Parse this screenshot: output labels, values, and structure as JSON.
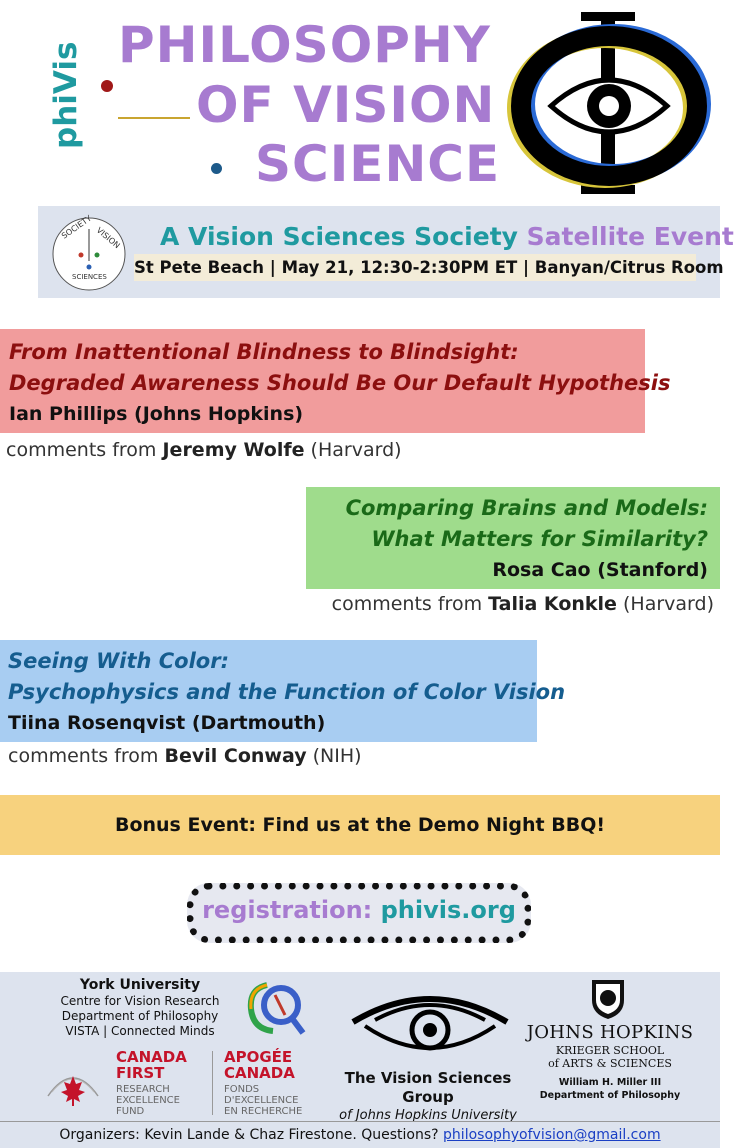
{
  "header": {
    "side_logo": "phiVis",
    "title_lines": [
      "PHILOSOPHY",
      "OF VISION",
      "SCIENCE"
    ],
    "logo_icon": "phi-eye-icon"
  },
  "vss_banner": {
    "line1_part1": "A Vision Sciences Society",
    "line1_part2": "Satellite Event",
    "line2": "St Pete Beach | May 21, 12:30-2:30PM ET | Banyan/Citrus Room",
    "seal_text": "SOCIETY VISION SCIENCES"
  },
  "talks": [
    {
      "title_line1": "From Inattentional Blindness to Blindsight:",
      "title_line2": "Degraded Awareness Should Be Our Default Hypothesis",
      "speaker": "Ian Phillips (Johns Hopkins)",
      "comments_prefix": "comments from",
      "commenter": "Jeremy Wolfe",
      "commenter_affil": "(Harvard)",
      "color": "#f19c9c"
    },
    {
      "title_line1": "Comparing Brains and Models:",
      "title_line2": "What Matters for Similarity?",
      "speaker": "Rosa Cao (Stanford)",
      "comments_prefix": "comments from",
      "commenter": "Talia Konkle",
      "commenter_affil": "(Harvard)",
      "color": "#9fdc8c"
    },
    {
      "title_line1": "Seeing With Color:",
      "title_line2": "Psychophysics and the Function of Color Vision",
      "speaker": "Tiina Rosenqvist (Dartmouth)",
      "comments_prefix": "comments from",
      "commenter": "Bevil Conway",
      "commenter_affil": "(NIH)",
      "color": "#a8cdf2"
    }
  ],
  "bonus": {
    "text": "Bonus Event: Find us at the Demo Night BBQ!",
    "color": "#f7d27e"
  },
  "registration": {
    "label": "registration:",
    "url_text": "phivis.org"
  },
  "sponsors": {
    "york": {
      "name": "York University",
      "lines": [
        "Centre for Vision Research",
        "Department of Philosophy",
        "VISTA | Connected Minds"
      ]
    },
    "cfref": {
      "left_head_1": "CANADA",
      "left_head_2": "FIRST",
      "left_sub": [
        "RESEARCH",
        "EXCELLENCE",
        "FUND"
      ],
      "right_head_1": "APOGÉE",
      "right_head_2": "CANADA",
      "right_sub": [
        "FONDS",
        "D'EXCELLENCE",
        "EN RECHERCHE"
      ]
    },
    "vsg": {
      "line1": "The Vision Sciences Group",
      "line2": "of Johns Hopkins University"
    },
    "jhu": {
      "name": "JOHNS HOPKINS",
      "school_1": "KRIEGER SCHOOL",
      "school_2": "of ARTS & SCIENCES",
      "dept_1": "William H. Miller III",
      "dept_2": "Department of Philosophy"
    }
  },
  "organizers": {
    "text": "Organizers: Kevin Lande & Chaz Firestone. Questions?",
    "email": "philosophyofvision@gmail.com"
  },
  "colors": {
    "teal": "#1f9aa0",
    "lavender": "#a77bd0",
    "banner_bg": "#dde3ee"
  }
}
